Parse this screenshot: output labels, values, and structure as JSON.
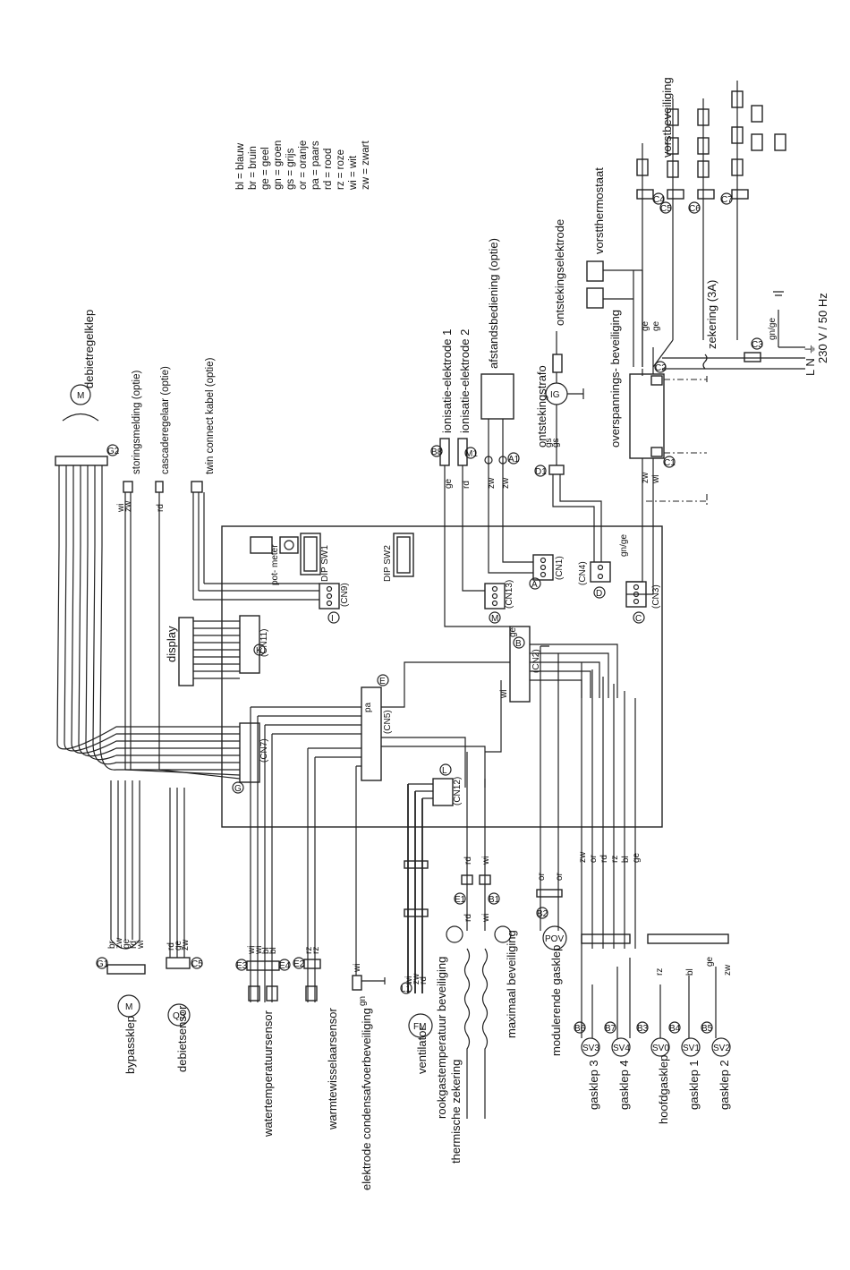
{
  "legend": [
    "bl = blauw",
    "br = bruin",
    "ge = geel",
    "gn = groen",
    "gs = grijs",
    "or = oranje",
    "pa = paars",
    "rd = rood",
    "rz = roze",
    "wi = wit",
    "zw = zwart"
  ],
  "components_top": {
    "debietregelklep": "debietregelklep",
    "storingsmelding": "storingsmelding (optie)",
    "cascaderegelaar": "cascaderegelaar (optie)",
    "twin_connect": "twin connect kabel (optie)",
    "ionisatie1": "ionisatie-elektrode 1",
    "ionisatie2": "ionisatie-elektrode 2",
    "afstandsbediening": "afstandsbediening (optie)",
    "ontstekingselektrode": "ontstekingselektrode",
    "ontstekingstrafo": "ontstekingstrafo",
    "overspanningsbeveiliging": "overspannings- beveiliging",
    "vorstthermostaat": "vorstthermostaat",
    "vorstbeveiliging": "vorstbeveiliging",
    "zekering": "zekering (3A)",
    "voeding": "230 V / 50 Hz",
    "lne": "L  N  ⏚"
  },
  "components_bottom": {
    "bypassklep": "bypassklep",
    "debietsensor": "debietsensor",
    "watertemperatuursensor": "watertemperatuursensor",
    "warmtewisselaarsensor": "warmtewisselaarsensor",
    "condensafvoer": "elektrode condensafvoerbeveiliging",
    "ventilator": "ventilator",
    "rookgas": "rookgastemperatuur beveiliging",
    "thermische_zekering": "thermische zekering",
    "maximaal": "maximaal beveiliging",
    "modulerende_gasklep": "modulerende gasklep",
    "gasklep3": "gasklep 3",
    "gasklep4": "gasklep 4",
    "hoofdgasklep": "hoofdgasklep",
    "gasklep1": "gasklep 1",
    "gasklep2": "gasklep 2"
  },
  "board": {
    "dip_sw1": "DIP SW1",
    "dip_sw2": "DIP SW2",
    "potmeter": "pot- meter",
    "display": "display",
    "connectors": [
      "(CN1)",
      "(CN2)",
      "(CN3)",
      "(CN4)",
      "(CN5)",
      "(CN7)",
      "(CN9)",
      "(CN11)",
      "(CN12)",
      "(CN13)"
    ]
  },
  "markers": [
    "G2",
    "G1",
    "E3",
    "E4",
    "E2",
    "E5",
    "E1",
    "L1",
    "B1",
    "B2",
    "B3",
    "B4",
    "B5",
    "B6",
    "B7",
    "B8",
    "M1",
    "A1",
    "D1",
    "C1",
    "C2",
    "C3",
    "C4",
    "C5",
    "C6",
    "C7",
    "A",
    "B",
    "C",
    "D",
    "E",
    "G",
    "I",
    "K",
    "L",
    "M"
  ],
  "symbols": {
    "M": "M",
    "QS": "QS",
    "FM": "FM",
    "POV": "POV",
    "IG": "IG",
    "SV0": "SV0",
    "SV1": "SV1",
    "SV2": "SV2",
    "SV3": "SV3",
    "SV4": "SV4"
  },
  "wire_codes": [
    "wi",
    "zw",
    "rd",
    "ge",
    "br",
    "bl",
    "gs",
    "rz",
    "or",
    "gn",
    "pa",
    "gn/ge"
  ]
}
